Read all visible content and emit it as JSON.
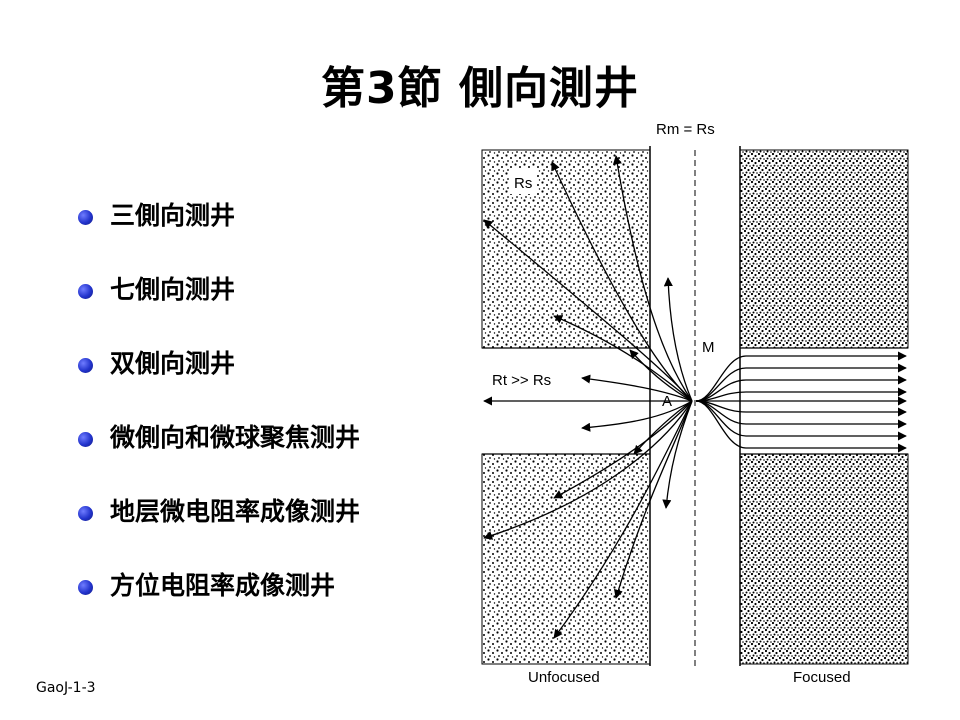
{
  "slide": {
    "title": "第3節  側向測井",
    "bullets": [
      "三側向测井",
      "七側向测井",
      "双側向测井",
      "微側向和微球聚焦测井",
      "地层微电阻率成像测井",
      "方位电阻率成像测井"
    ],
    "footer": "GaoJ-1-3",
    "accent_color": "#2233cc"
  },
  "diagram": {
    "label_rm_rs": "Rm = Rs",
    "label_rs": "Rs",
    "label_rt": "Rt >> Rs",
    "label_m": "M",
    "label_a": "A",
    "caption_left": "Unfocused",
    "caption_right": "Focused"
  }
}
